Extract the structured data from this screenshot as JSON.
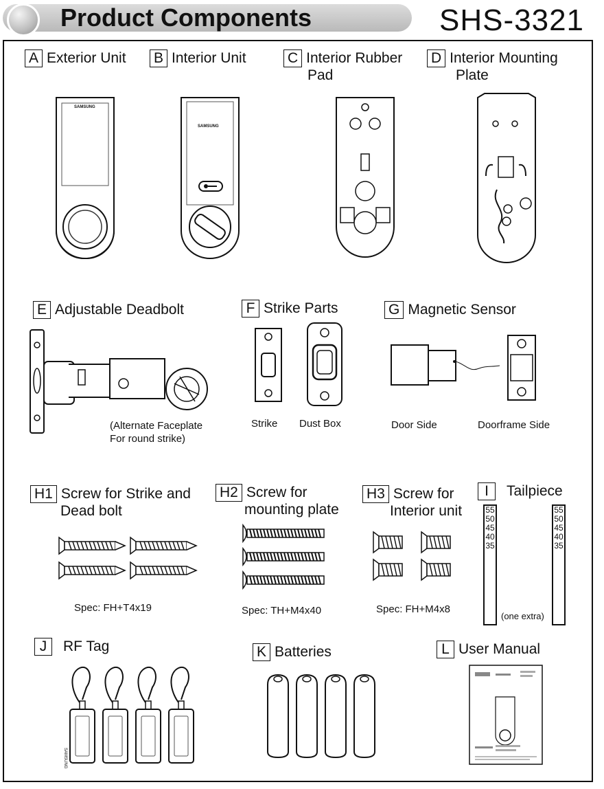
{
  "header": {
    "title": "Product Components",
    "model": "SHS-3321"
  },
  "components": {
    "A": {
      "letter": "A",
      "name": "Exterior Unit",
      "brand": "SAMSUNG"
    },
    "B": {
      "letter": "B",
      "name": "Interior Unit",
      "brand": "SAMSUNG"
    },
    "C": {
      "letter": "C",
      "name_line1": "Interior Rubber",
      "name_line2": "Pad"
    },
    "D": {
      "letter": "D",
      "name_line1": "Interior Mounting",
      "name_line2": "Plate"
    },
    "E": {
      "letter": "E",
      "name": "Adjustable Deadbolt",
      "caption_line1": "(Alternate Faceplate",
      "caption_line2": "For round strike)"
    },
    "F": {
      "letter": "F",
      "name": "Strike Parts",
      "caption_strike": "Strike",
      "caption_dustbox": "Dust Box"
    },
    "G": {
      "letter": "G",
      "name": "Magnetic Sensor",
      "caption_door": "Door Side",
      "caption_frame": "Doorframe Side"
    },
    "H1": {
      "letter": "H1",
      "name_line1": "Screw for Strike and",
      "name_line2": "Dead bolt",
      "spec": "Spec: FH+T4x19"
    },
    "H2": {
      "letter": "H2",
      "name_line1": "Screw for",
      "name_line2": "mounting plate",
      "spec": "Spec: TH+M4x40"
    },
    "H3": {
      "letter": "H3",
      "name_line1": "Screw for",
      "name_line2": "Interior unit",
      "spec": "Spec: FH+M4x8"
    },
    "I": {
      "letter": "I",
      "name": "Tailpiece",
      "marks": [
        "55",
        "50",
        "45",
        "40",
        "35"
      ],
      "note": "(one extra)"
    },
    "J": {
      "letter": "J",
      "name": "RF Tag",
      "tag_text": "SAMSUNG"
    },
    "K": {
      "letter": "K",
      "name": "Batteries"
    },
    "L": {
      "letter": "L",
      "name": "User Manual"
    }
  }
}
